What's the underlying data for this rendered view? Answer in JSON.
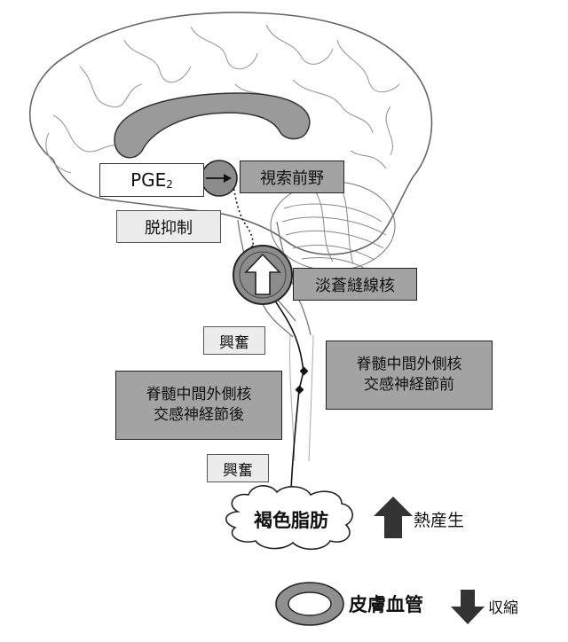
{
  "labels": {
    "pge2_main": "PGE",
    "pge2_sub": "2",
    "poa": "視索前野",
    "disinhibition": "脱抑制",
    "raphe": "淡蒼縫線核",
    "excite_upper": "興奮",
    "excite_lower": "興奮",
    "iml_post_line1": "脊髄中間外側核",
    "iml_post_line2": "交感神経節後",
    "iml_pre_line1": "脊髄中間外側核",
    "iml_pre_line2": "交感神経節前",
    "bat": "褐色脂肪",
    "thermogenesis": "熱産生",
    "skin_vessel": "皮膚血管",
    "constriction": "収縮"
  },
  "colors": {
    "box_dark": "#a3a3a3",
    "box_light": "#ececec",
    "circle_fill": "#8c8c8c",
    "ring_fill": "#8f8f8f",
    "arrow_dark": "#333333",
    "line": "#111111"
  },
  "icons": {
    "raphe_arrow": "up-arrow-icon",
    "thermo_arrow": "up-arrow-icon",
    "constrict_arrow": "down-arrow-icon"
  }
}
